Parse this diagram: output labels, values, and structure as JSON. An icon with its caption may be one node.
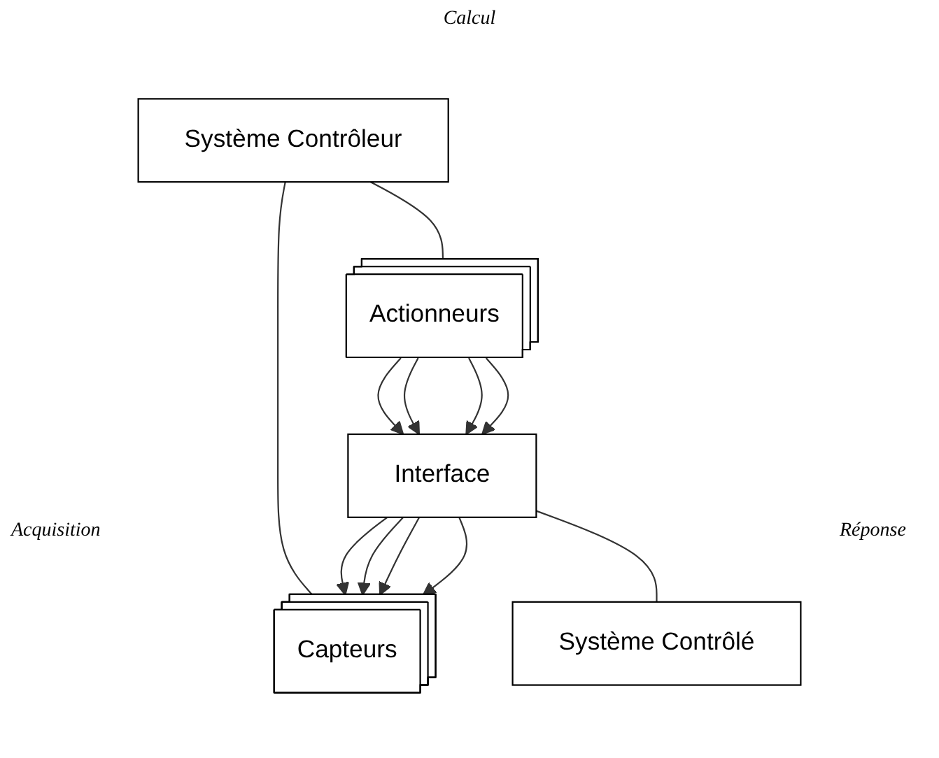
{
  "diagram": {
    "nodes": [
      {
        "text": [
          "Système Contrôleur"
        ],
        "beside": [
          "Calcul"
        ]
      },
      {
        "text": [
          "Capteurs"
        ]
      },
      {
        "text": [
          "Actionneurs"
        ]
      },
      {
        "text": [
          "Interface"
        ]
      },
      {
        "text": [
          "Système Contrôlé"
        ]
      }
    ],
    "edges": [
      {
        "from": 0,
        "to": 1,
        "arrow": "none"
      },
      {
        "from": 0,
        "to": 2,
        "arrow": "none"
      },
      {
        "from": 3,
        "to": 1,
        "arrow": "to"
      },
      {
        "from": 3,
        "to": 1,
        "arrow": "to"
      },
      {
        "from": 3,
        "to": 1,
        "arrow": "to"
      },
      {
        "from": 3,
        "to": 1,
        "arrow": "to"
      },
      {
        "from": 2,
        "to": 3,
        "arrow": "to"
      },
      {
        "from": 2,
        "to": 3,
        "arrow": "to"
      },
      {
        "from": 2,
        "to": 3,
        "arrow": "to"
      },
      {
        "from": 2,
        "to": 3,
        "arrow": "to"
      },
      {
        "from": 3,
        "to": 4,
        "arrow": "none"
      }
    ],
    "labels": [
      "Acquisition",
      "Réponse"
    ]
  }
}
